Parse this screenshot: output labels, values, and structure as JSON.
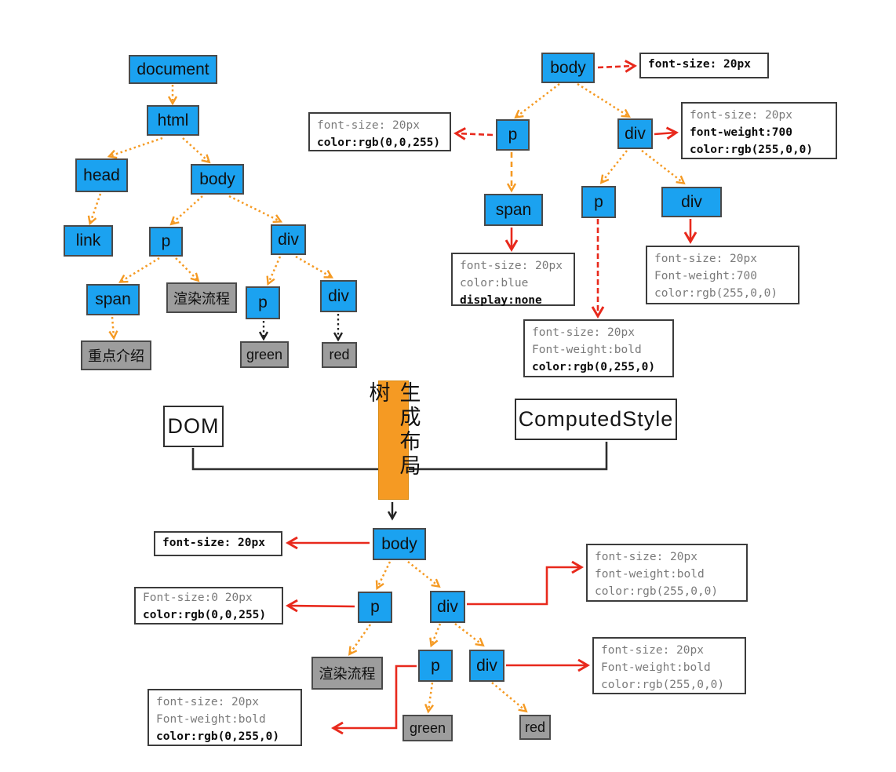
{
  "colors": {
    "node_blue": "#1BA2F0",
    "node_gray": "#9D9D9D",
    "arrow_orange": "#F59A23",
    "arrow_red": "#E8291C",
    "generate_box_orange": "#F59A23"
  },
  "dom_tree": {
    "nodes": {
      "document": "document",
      "html": "html",
      "head": "head",
      "body": "body",
      "link": "link",
      "p1": "p",
      "div1": "div",
      "span1": "span",
      "render_flow": "渲染流程",
      "p2": "p",
      "div2": "div",
      "highlight": "重点介绍",
      "green": "green",
      "red": "red"
    }
  },
  "cs_tree": {
    "nodes": {
      "body": "body",
      "p": "p",
      "div": "div",
      "span": "span",
      "p2": "p",
      "div2": "div"
    },
    "boxes": {
      "body": {
        "lines": [
          {
            "text": "font-size: 20px",
            "bold": true
          }
        ]
      },
      "p": {
        "lines": [
          {
            "text": "font-size: 20px",
            "bold": false
          },
          {
            "text": "color:rgb(0,0,255)",
            "bold": true
          }
        ]
      },
      "div": {
        "lines": [
          {
            "text": "font-size: 20px",
            "bold": false
          },
          {
            "text": "font-weight:700",
            "bold": true
          },
          {
            "text": "color:rgb(255,0,0)",
            "bold": true
          }
        ]
      },
      "span": {
        "lines": [
          {
            "text": "font-size: 20px",
            "bold": false
          },
          {
            "text": "color:blue",
            "bold": false
          },
          {
            "text": "display:none",
            "bold": true
          }
        ]
      },
      "p2": {
        "lines": [
          {
            "text": "font-size: 20px",
            "bold": false
          },
          {
            "text": "Font-weight:bold",
            "bold": false
          },
          {
            "text": "color:rgb(0,255,0)",
            "bold": true
          }
        ]
      },
      "div2": {
        "lines": [
          {
            "text": "font-size: 20px",
            "bold": false
          },
          {
            "text": "Font-weight:700",
            "bold": false
          },
          {
            "text": "color:rgb(255,0,0)",
            "bold": false
          }
        ]
      }
    }
  },
  "middle": {
    "dom_label": "DOM",
    "computed_style_label": "ComputedStyle",
    "generate_layout_tree_label": "生成布局树"
  },
  "layout_tree": {
    "nodes": {
      "body": "body",
      "p": "p",
      "div": "div",
      "render_flow": "渲染流程",
      "p2": "p",
      "div2": "div",
      "green": "green",
      "red": "red"
    },
    "boxes": {
      "body": {
        "lines": [
          {
            "text": "font-size: 20px",
            "bold": true
          }
        ]
      },
      "p": {
        "lines": [
          {
            "text": "Font-size:0 20px",
            "bold": false
          },
          {
            "text": "color:rgb(0,0,255)",
            "bold": true
          }
        ]
      },
      "div_top": {
        "lines": [
          {
            "text": "font-size: 20px",
            "bold": false
          },
          {
            "text": "font-weight:bold",
            "bold": false
          },
          {
            "text": "color:rgb(255,0,0)",
            "bold": false
          }
        ]
      },
      "div2": {
        "lines": [
          {
            "text": "font-size: 20px",
            "bold": false
          },
          {
            "text": "Font-weight:bold",
            "bold": false
          },
          {
            "text": "color:rgb(255,0,0)",
            "bold": false
          }
        ]
      },
      "p2": {
        "lines": [
          {
            "text": "font-size: 20px",
            "bold": false
          },
          {
            "text": "Font-weight:bold",
            "bold": false
          },
          {
            "text": "color:rgb(0,255,0)",
            "bold": true
          }
        ]
      }
    }
  }
}
